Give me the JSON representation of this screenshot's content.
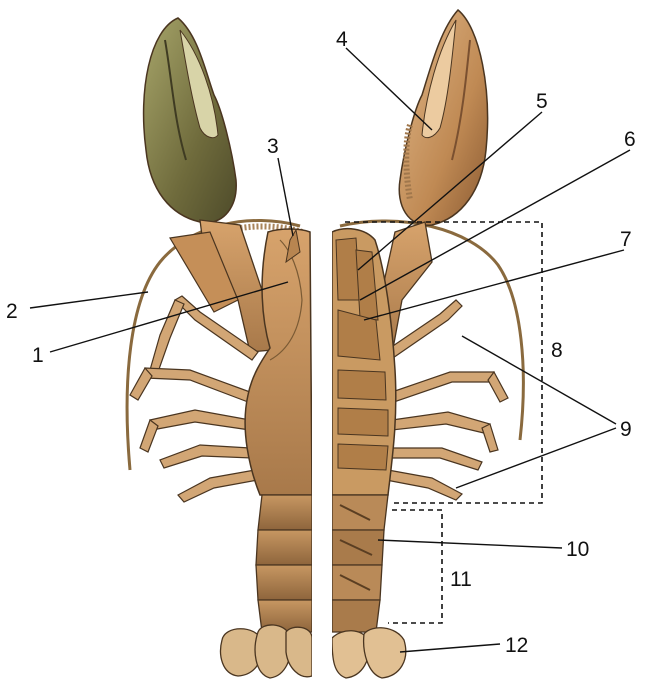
{
  "labels": {
    "l1": "1",
    "l2": "2",
    "l3": "3",
    "l4": "4",
    "l5": "5",
    "l6": "6",
    "l7": "7",
    "l8": "8",
    "l9": "9",
    "l10": "10",
    "l11": "11",
    "l12": "12"
  },
  "colors": {
    "claw_left": "#8f8a52",
    "body_tan": "#c99a62",
    "body_shadow": "#7a5a34",
    "tail_fan": "#d9b88a",
    "outline": "#4a3520"
  }
}
